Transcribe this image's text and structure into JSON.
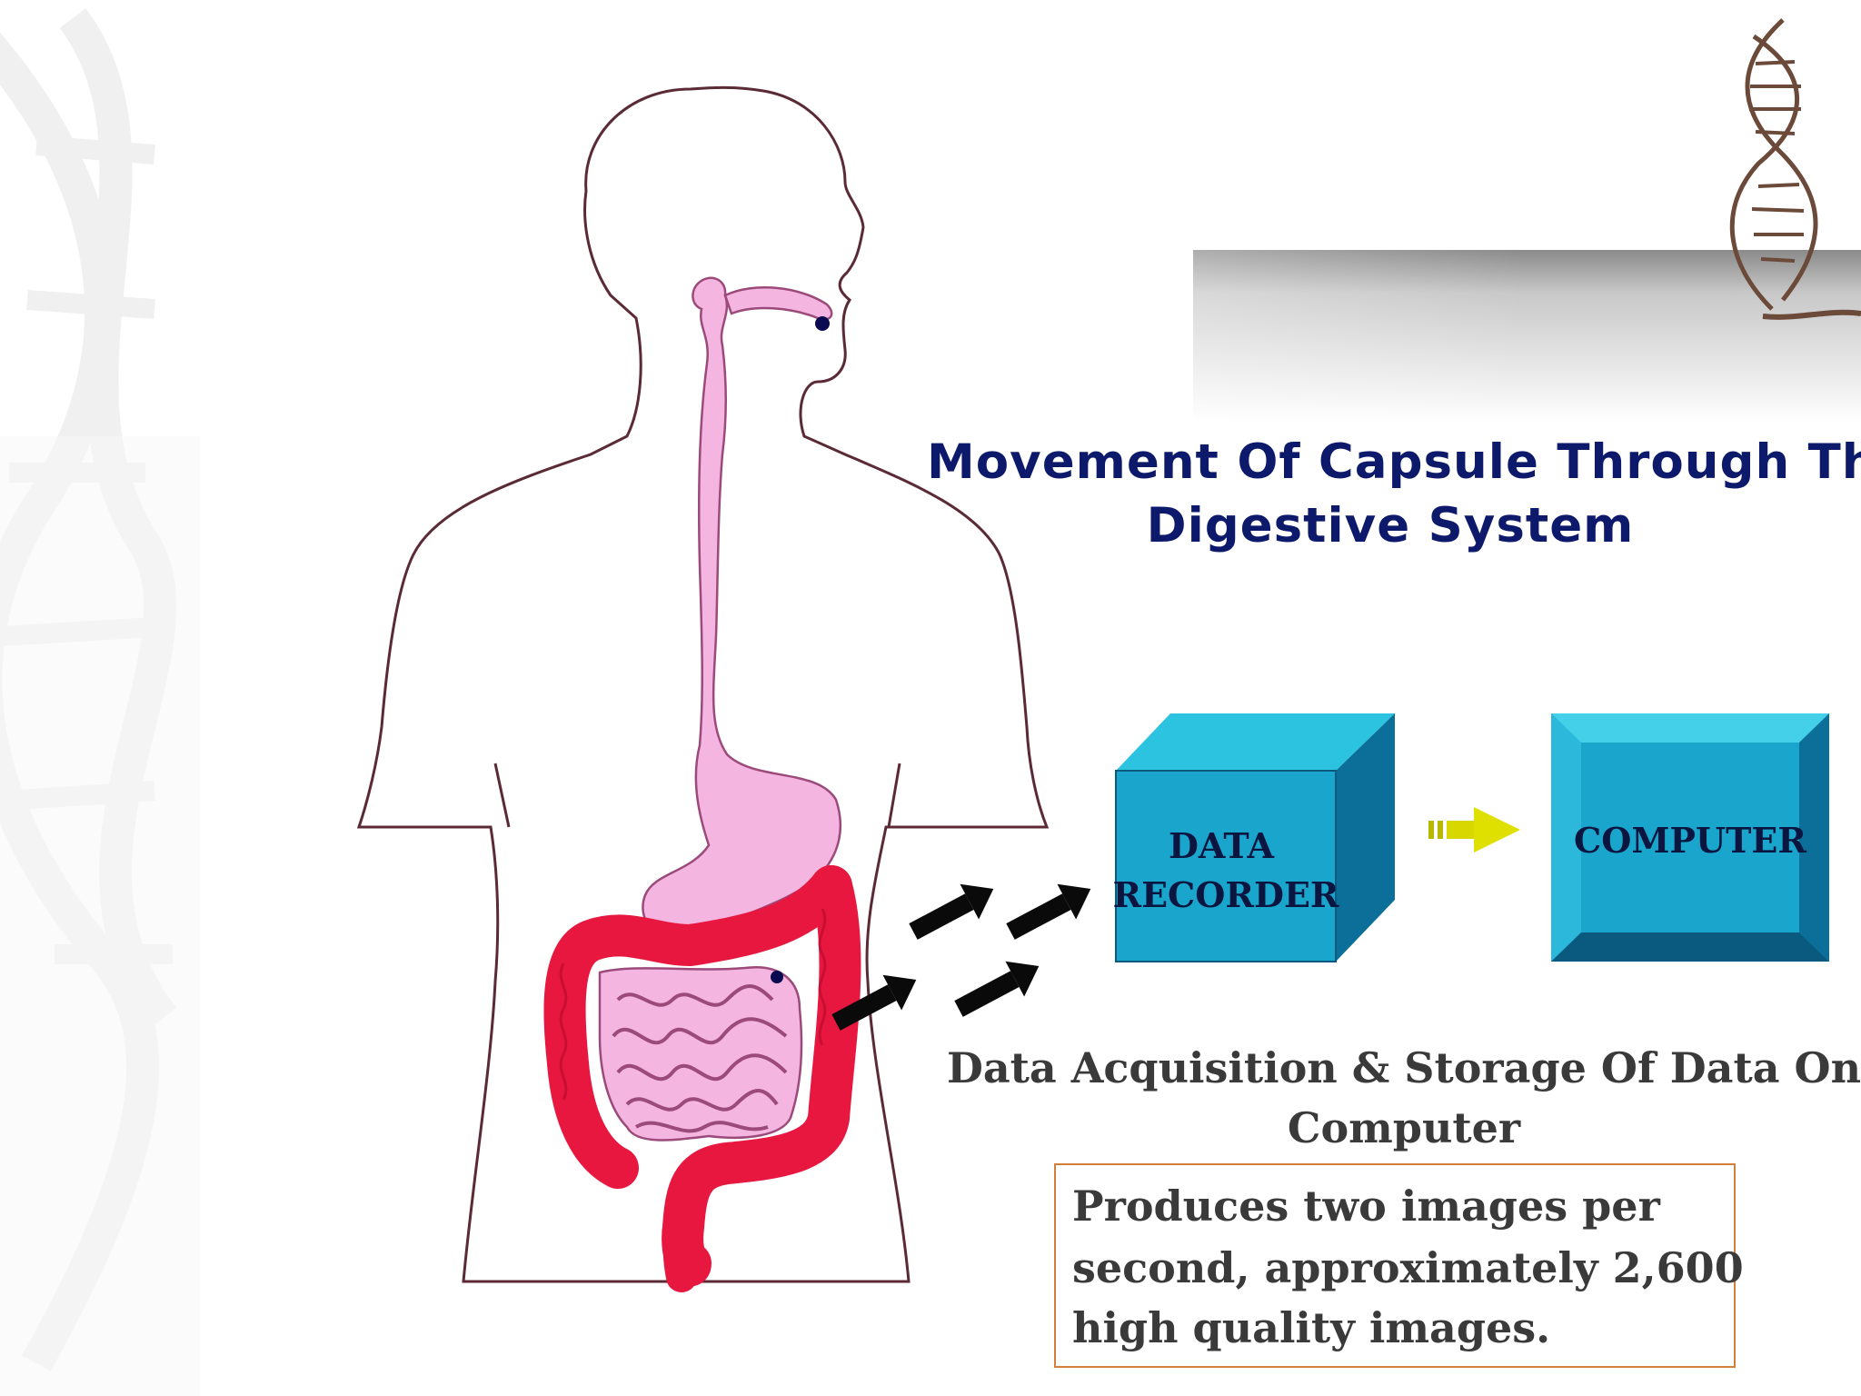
{
  "title": {
    "line1": "Movement Of Capsule Through The",
    "line2": "Digestive System"
  },
  "boxes": {
    "data_recorder": {
      "line1": "DATA",
      "line2": "RECORDER"
    },
    "computer": {
      "label": "COMPUTER"
    }
  },
  "caption": {
    "line1": "Data Acquisition & Storage Of Data On",
    "line2": "Computer"
  },
  "note": {
    "line1": "Produces two images per",
    "line2": "second, approximately 2,600",
    "line3": "high quality images."
  },
  "colors": {
    "title": "#0d1a6b",
    "box_face": "#1aa6cc",
    "digestive_tract": "#f4b6e0",
    "colon": "#e8173f",
    "arrow_yellow": "#d8d800",
    "note_border": "#d4803a"
  },
  "icons": [
    "capsule-dot",
    "data-flow-arrow",
    "dna-helix"
  ]
}
